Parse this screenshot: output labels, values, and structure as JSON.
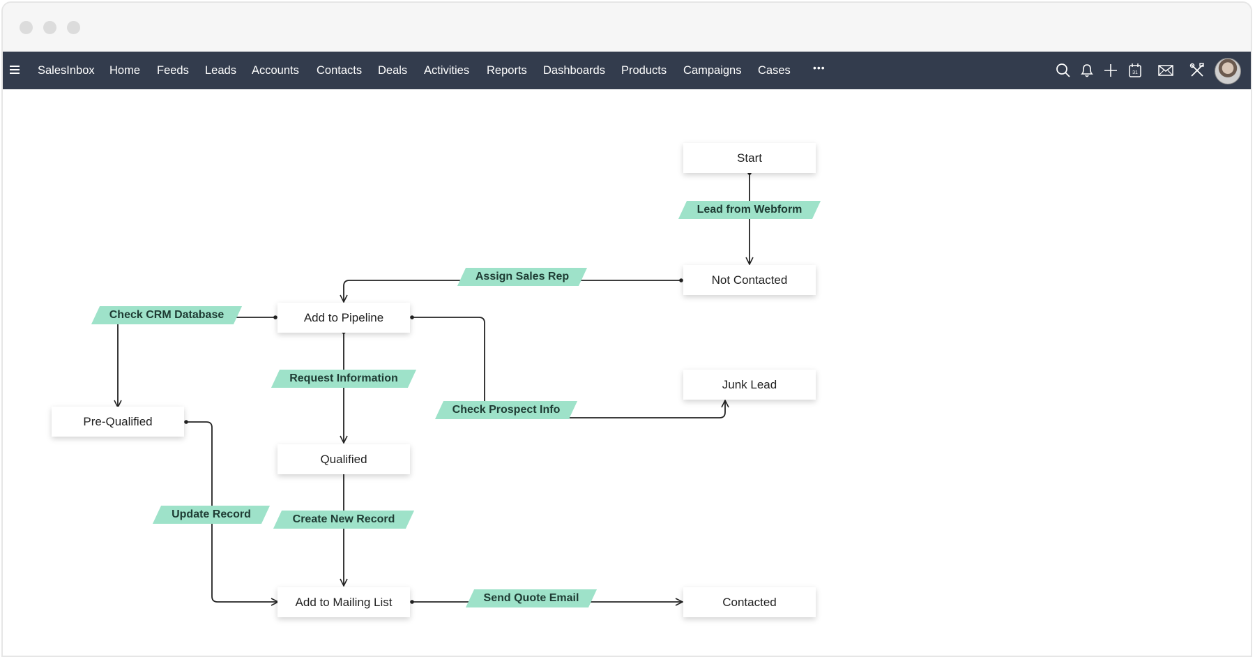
{
  "window": {
    "traffic_lights": [
      "close",
      "minimize",
      "zoom"
    ]
  },
  "navbar": {
    "background": "#333c4d",
    "menu_icon": "hamburger-icon",
    "items": [
      {
        "label": "SalesInbox"
      },
      {
        "label": "Home"
      },
      {
        "label": "Feeds"
      },
      {
        "label": "Leads"
      },
      {
        "label": "Accounts"
      },
      {
        "label": "Contacts"
      },
      {
        "label": "Deals"
      },
      {
        "label": "Activities"
      },
      {
        "label": "Reports"
      },
      {
        "label": "Dashboards"
      },
      {
        "label": "Products"
      },
      {
        "label": "Campaigns"
      },
      {
        "label": "Cases"
      }
    ],
    "more_label": "•••",
    "icons": [
      "search-icon",
      "bell-icon",
      "plus-icon",
      "calendar-icon",
      "mail-icon",
      "tools-icon"
    ],
    "calendar_day": "31"
  },
  "flow": {
    "box_color": "#ffffff",
    "transition_color": "#9ee2c9",
    "states": {
      "start": "Start",
      "not_contacted": "Not Contacted",
      "add_to_pipeline": "Add to Pipeline",
      "junk_lead": "Junk Lead",
      "pre_qualified": "Pre-Qualified",
      "qualified": "Qualified",
      "add_to_mailing_list": "Add to Mailing List",
      "contacted": "Contacted"
    },
    "transitions": {
      "lead_from_webform": "Lead from Webform",
      "assign_sales_rep": "Assign Sales Rep",
      "check_crm_database": "Check CRM Database",
      "request_information": "Request Information",
      "check_prospect_info": "Check Prospect Info",
      "update_record": "Update Record",
      "create_new_record": "Create New Record",
      "send_quote_email": "Send Quote Email"
    }
  }
}
